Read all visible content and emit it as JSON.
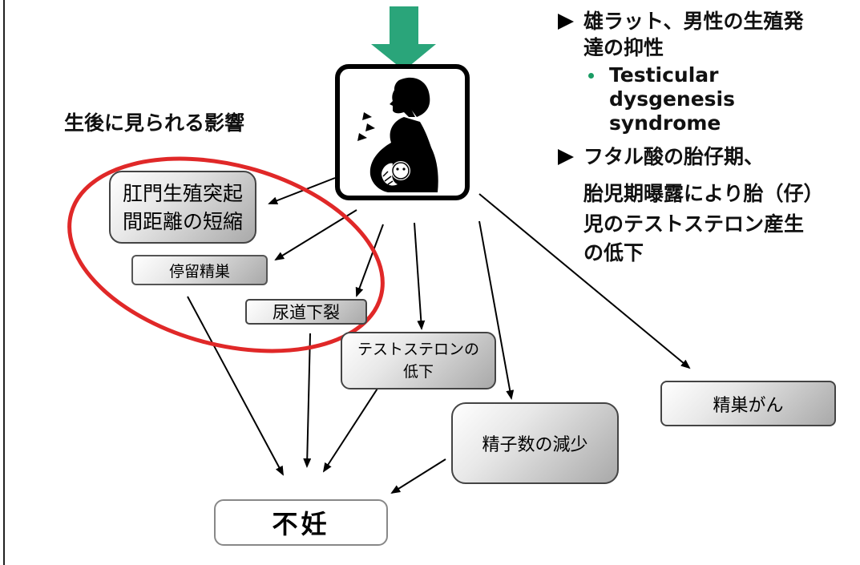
{
  "heading": "生後に見られる影響",
  "boxes": {
    "anal_line1": "肛門生殖突起",
    "anal_line2": "間距離の短縮",
    "cryptorchidism": "停留精巣",
    "hypospadias": "尿道下裂",
    "testosterone_line1": "テストステロンの",
    "testosterone_line2": "低下",
    "sperm": "精子数の減少",
    "testicular_cancer": "精巣がん",
    "infertility": "不妊"
  },
  "bullets": {
    "b1_line1": "雄ラット、男性の生殖発",
    "b1_line2": "達の抑性",
    "sub_line1": "Testicular",
    "sub_line2": "dysgenesis",
    "sub_line3": "syndrome",
    "b2_line1": "フタル酸の胎仔期、",
    "b2_line2": "胎児期曝露により胎（仔）",
    "b2_line3": "児のテストステロン産生",
    "b2_line4": "の低下"
  },
  "colors": {
    "arrow_green": "#2aa57a",
    "ellipse_red": "#e02828",
    "bullet_green": "#1a9c64"
  },
  "icons": {
    "top_arrow": "down-arrow-icon",
    "pregnancy": "pregnant-woman-icon"
  }
}
